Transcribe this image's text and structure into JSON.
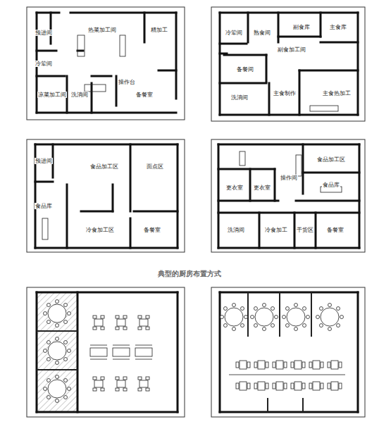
{
  "diagram": {
    "caption": "典型的厨房布置方式",
    "nodes": [
      {
        "text": [
          "预进间"
        ]
      },
      {
        "text": [
          "热菜加工间"
        ]
      },
      {
        "text": [
          "精加工"
        ]
      },
      {
        "text": [
          "冷荤间"
        ]
      },
      {
        "text": [
          "操作台"
        ]
      },
      {
        "text": [
          "凉菜加工间"
        ]
      },
      {
        "text": [
          "洗消间"
        ]
      },
      {
        "text": [
          "备餐室"
        ]
      },
      {
        "text": [
          "冷荤间"
        ]
      },
      {
        "text": [
          "熟食间"
        ]
      },
      {
        "text": [
          "副食库"
        ]
      },
      {
        "text": [
          "主食库"
        ]
      },
      {
        "text": [
          "副食加工间"
        ]
      },
      {
        "text": [
          "备餐间"
        ]
      },
      {
        "text": [
          "洗消间"
        ]
      },
      {
        "text": [
          "主食制作"
        ]
      },
      {
        "text": [
          "主食热加工"
        ]
      },
      {
        "text": [
          "预进间"
        ]
      },
      {
        "text": [
          "食品加工区"
        ]
      },
      {
        "text": [
          "面点区"
        ]
      },
      {
        "text": [
          "食品库"
        ]
      },
      {
        "text": [
          "冷食加工区"
        ]
      },
      {
        "text": [
          "备餐室"
        ]
      },
      {
        "text": [
          "食品加工区"
        ]
      },
      {
        "text": [
          "操作间"
        ]
      },
      {
        "text": [
          "更衣室"
        ]
      },
      {
        "text": [
          "更衣室"
        ]
      },
      {
        "text": [
          "食品库"
        ]
      },
      {
        "text": [
          "洗消间"
        ]
      },
      {
        "text": [
          "冷食加工"
        ]
      },
      {
        "text": [
          "干货区"
        ]
      },
      {
        "text": [
          "备餐室"
        ]
      }
    ]
  }
}
